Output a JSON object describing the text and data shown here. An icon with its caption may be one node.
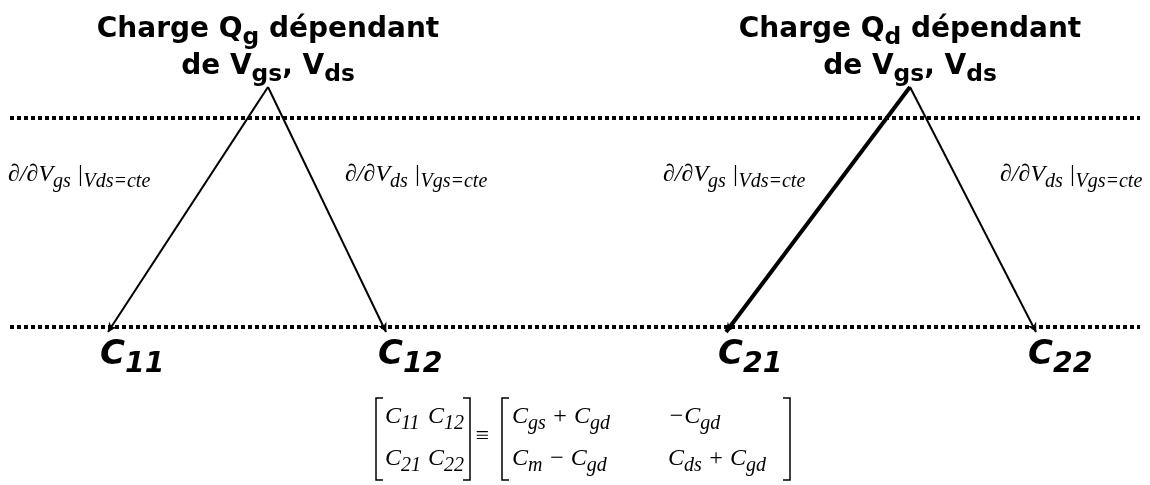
{
  "diagram": {
    "nodes": [
      {
        "text": [
          "Charge Q$_{g}$ dépendant de V$_{gs}$, V$_{ds}$"
        ]
      },
      {
        "text": [
          "Charge Q$_{d}$ dépendant de V$_{gs}$, V$_{ds}$"
        ]
      },
      {
        "text": [
          "C$_{11}$"
        ]
      },
      {
        "text": [
          "C$_{12}$"
        ]
      },
      {
        "text": [
          "C$_{21}$"
        ]
      },
      {
        "text": [
          "C$_{22}$"
        ]
      }
    ],
    "edges": [
      {
        "from": 0,
        "to": 2,
        "arrow": "to",
        "label": "∂/∂V$_{gs}$ |$_{V}$$_{ds}$$_{=cte}$"
      },
      {
        "from": 0,
        "to": 3,
        "arrow": "to",
        "label": "∂/∂V$_{ds}$ |$_{V}$$_{gs}$$_{=cte}$"
      },
      {
        "from": 1,
        "to": 4,
        "arrow": "to",
        "label": "∂/∂V$_{gs}$ |$_{V}$$_{ds}$$_{=cte}$",
        "style": "thick"
      },
      {
        "from": 1,
        "to": 5,
        "arrow": "to",
        "label": "∂/∂V$_{ds}$ |$_{V}$$_{gs}$$_{=cte}$"
      }
    ],
    "labels": [
      "C$_{11}$",
      "C$_{12}$",
      "≡",
      "C$_{gs}$ + C$_{gd}$",
      "−C$_{gd}$",
      "C$_{21}$",
      "C$_{22}$",
      "C$_{m}$ − C$_{gd}$",
      "C$_{ds}$ + C$_{gd}$"
    ]
  }
}
